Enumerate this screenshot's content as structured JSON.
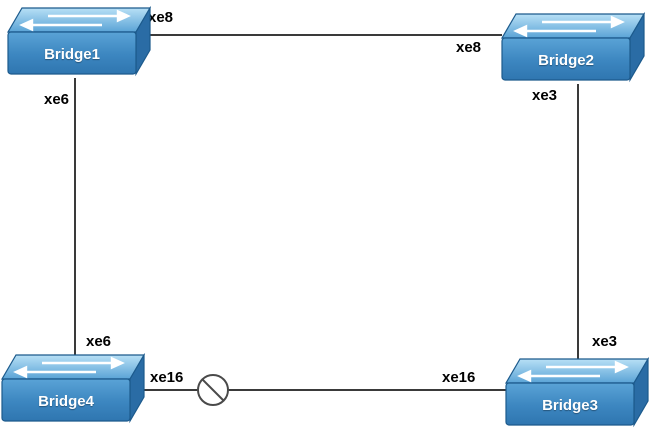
{
  "diagram": {
    "type": "network-topology-ring",
    "nodes": [
      {
        "id": "bridge1",
        "label": "Bridge1",
        "icon": "switch-icon"
      },
      {
        "id": "bridge2",
        "label": "Bridge2",
        "icon": "switch-icon"
      },
      {
        "id": "bridge3",
        "label": "Bridge3",
        "icon": "switch-icon"
      },
      {
        "id": "bridge4",
        "label": "Bridge4",
        "icon": "switch-icon"
      }
    ],
    "links": [
      {
        "from": "bridge1",
        "to": "bridge2",
        "from_port": "xe8",
        "to_port": "xe8",
        "blocked": false
      },
      {
        "from": "bridge1",
        "to": "bridge4",
        "from_port": "xe6",
        "to_port": "xe6",
        "blocked": false
      },
      {
        "from": "bridge2",
        "to": "bridge3",
        "from_port": "xe3",
        "to_port": "xe3",
        "blocked": false
      },
      {
        "from": "bridge4",
        "to": "bridge3",
        "from_port": "xe16",
        "to_port": "xe16",
        "blocked": true,
        "blocked_icon": "blocked-port-icon"
      }
    ],
    "colors": {
      "switch_top_light": "#a8d8f2",
      "switch_top_dark": "#5aa3d6",
      "switch_front_light": "#5aa3d6",
      "switch_front_dark": "#2f76b0",
      "switch_side": "#2a6ca5",
      "switch_edge": "#1c5a8c",
      "link_line": "#3a3a3a",
      "port_label_text": "#000000",
      "node_label_text": "#ffffff",
      "background": "#ffffff"
    }
  }
}
